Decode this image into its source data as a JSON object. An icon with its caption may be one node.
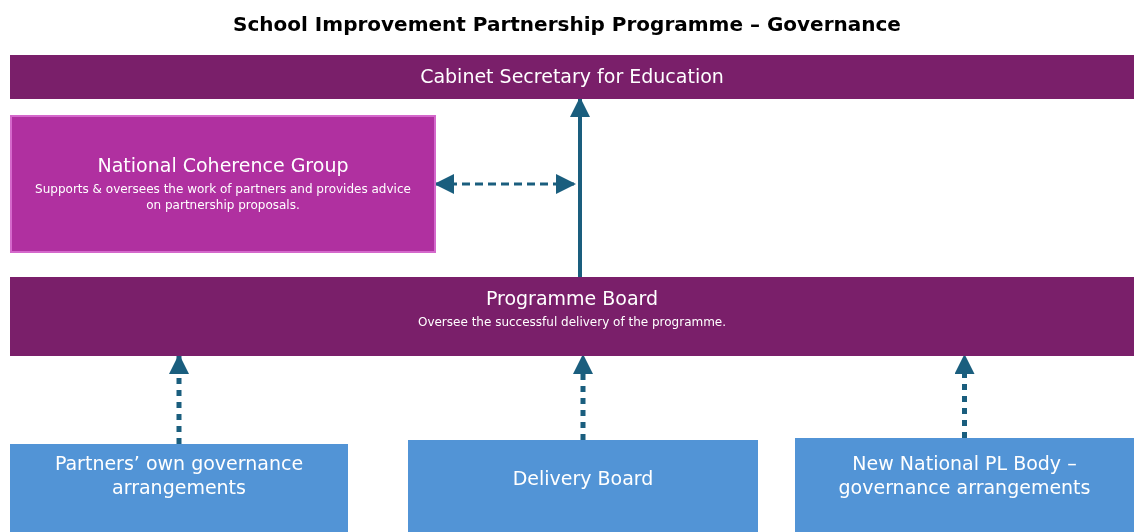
{
  "diagram": {
    "title": "School Improvement Partnership Programme – Governance",
    "nodes": [
      {
        "text": [
          "Cabinet Secretary for Education"
        ]
      },
      {
        "text": [
          "National Coherence Group",
          "Supports & oversees the work of partners and provides advice on partnership proposals."
        ]
      },
      {
        "text": [
          "Programme Board",
          "Oversee the successful delivery of the programme."
        ]
      },
      {
        "text": [
          "Partners’ own governance arrangements"
        ]
      },
      {
        "text": [
          "Delivery Board"
        ]
      },
      {
        "text": [
          "New National PL Body – governance arrangements"
        ]
      }
    ],
    "edges": [
      {
        "from": 2,
        "to": 0,
        "arrow": "to"
      },
      {
        "from": 1,
        "to": null,
        "arrow": "both",
        "style": "dashed"
      },
      {
        "from": 3,
        "to": 2,
        "arrow": "to",
        "style": "dashed"
      },
      {
        "from": 4,
        "to": 2,
        "arrow": "to",
        "style": "dashed"
      },
      {
        "from": 5,
        "to": 2,
        "arrow": "to",
        "style": "dashed"
      }
    ]
  }
}
